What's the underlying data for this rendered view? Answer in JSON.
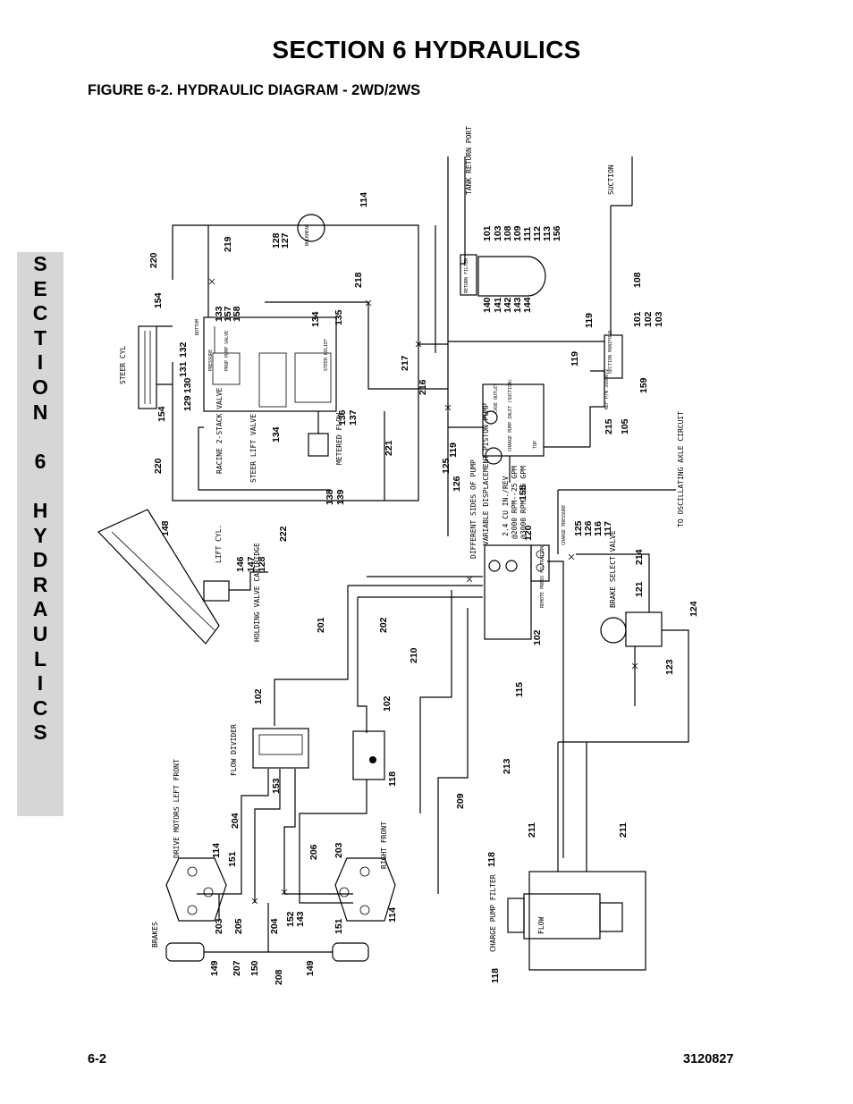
{
  "page": {
    "section_title": "SECTION 6  HYDRAULICS",
    "figure_title": "FIGURE 6-2.    HYDRAULIC DIAGRAM - 2WD/2WS",
    "footer_left": "6-2",
    "footer_right": "3120827"
  },
  "side_tab": {
    "letters": [
      "S",
      "E",
      "C",
      "T",
      "I",
      "O",
      "N",
      "",
      "6",
      "",
      "H",
      "Y",
      "D",
      "R",
      "A",
      "U",
      "L",
      "I",
      "C",
      "S"
    ]
  },
  "diagram": {
    "components": {
      "tank_return_port": "TANK RETURN PORT",
      "suction": "SUCTION",
      "steer_cyl": "STEER CYL",
      "stack_valve": "RACINE 2-STACK VALVE",
      "steer_lift_valve": "STEER LIFT VALVE",
      "metered_flow": "METERED FLOW",
      "lift_cyl": "LIFT CYL.",
      "holding_valve": "HOLDING VALVE CARTRIDGE",
      "flow_divider": "FLOW DIVIDER",
      "drive_motors_left": "DRIVE MOTORS LEFT FRONT",
      "right_front": "RIGHT FRONT",
      "brakes": "BRAKES",
      "charge_pump_filter": "CHARGE PUMP FILTER",
      "flow": "FLOW",
      "pump_sides": "DIFFERENT SIDES OF PUMP",
      "pump": "VARIABLE DISPLACEMENT PISTON PUMP",
      "pump_spec1": "2.4 CU IN./REV",
      "pump_spec2": "@2000 RPM--25 GPM",
      "pump_spec3": "@3000 RPM--35 GPM",
      "case_outlet": "CASE OUTLET",
      "charge_pump_inlet": "CHARGE PUMP INLET (SUCTION)",
      "top": "TOP",
      "remote_press_filtration": "REMOTE PRESS FILTRATION",
      "charge_pressure": "CHARGE PRESSURE",
      "brake_select_valve": "BRAKE SELECT VALVE",
      "to_oscillating": "TO OSCILLATING AXLE CIRCUIT",
      "return_filter": "RETURN FILTER",
      "section_manifold": "SECTION MANIFOLD",
      "ref_pn": "REF P/N 3166072",
      "bulkhead": "BULKHEAD",
      "bottom": "BOTTOM",
      "pressure": "PRESSURE",
      "pump_valve": "PROP PUMP VALVE",
      "steer_relief": "STEER RELIEF"
    },
    "callouts": {
      "c220a": "220",
      "c220b": "220",
      "c154a": "154",
      "c154b": "154",
      "c219": "219",
      "c114a": "114",
      "c128a": "128",
      "c127": "127",
      "c218": "218",
      "c101a": "101",
      "c103a": "103",
      "c108a": "108",
      "c109": "109",
      "c111": "111",
      "c112": "112",
      "c113": "113",
      "c156": "156",
      "c140": "140",
      "c141": "141",
      "c142": "142",
      "c143a": "143",
      "c144": "144",
      "c133": "133",
      "c157": "157",
      "c158": "158",
      "c134a": "134",
      "c135": "135",
      "c132": "132",
      "c131": "131",
      "c130": "130",
      "c129": "129",
      "c134b": "134",
      "c136": "136",
      "c137": "137",
      "c138": "138",
      "c139": "139",
      "c217": "217",
      "c216": "216",
      "c221": "221",
      "c108b": "108",
      "c119a": "119",
      "c101b": "101",
      "c102a": "102",
      "c103b": "103",
      "c119b": "119",
      "c159": "159",
      "c215": "215",
      "c105": "105",
      "c125a": "125",
      "c126a": "126",
      "c119c": "119",
      "c155": "155",
      "c148": "148",
      "c222": "222",
      "c146": "146",
      "c147": "147",
      "c128b": "128",
      "c120": "120",
      "c125b": "125",
      "c126b": "126",
      "c116": "116",
      "c117": "117",
      "c214": "214",
      "c121": "121",
      "c124": "124",
      "c123": "123",
      "c201": "201",
      "c202": "202",
      "c210": "210",
      "c115": "115",
      "c102b": "102",
      "c102c": "102",
      "c102d": "102",
      "c118a": "118",
      "c153": "153",
      "c213": "213",
      "c209": "209",
      "c211a": "211",
      "c211b": "211",
      "c204a": "204",
      "c206": "206",
      "c203a": "203",
      "c114b": "114",
      "c151a": "151",
      "c203b": "203",
      "c205": "205",
      "c204b": "204",
      "c152": "152",
      "c143b": "143",
      "c151b": "151",
      "c114c": "114",
      "c149a": "149",
      "c207": "207",
      "c150": "150",
      "c208": "208",
      "c149b": "149",
      "c118b": "118",
      "c118c": "118"
    }
  }
}
